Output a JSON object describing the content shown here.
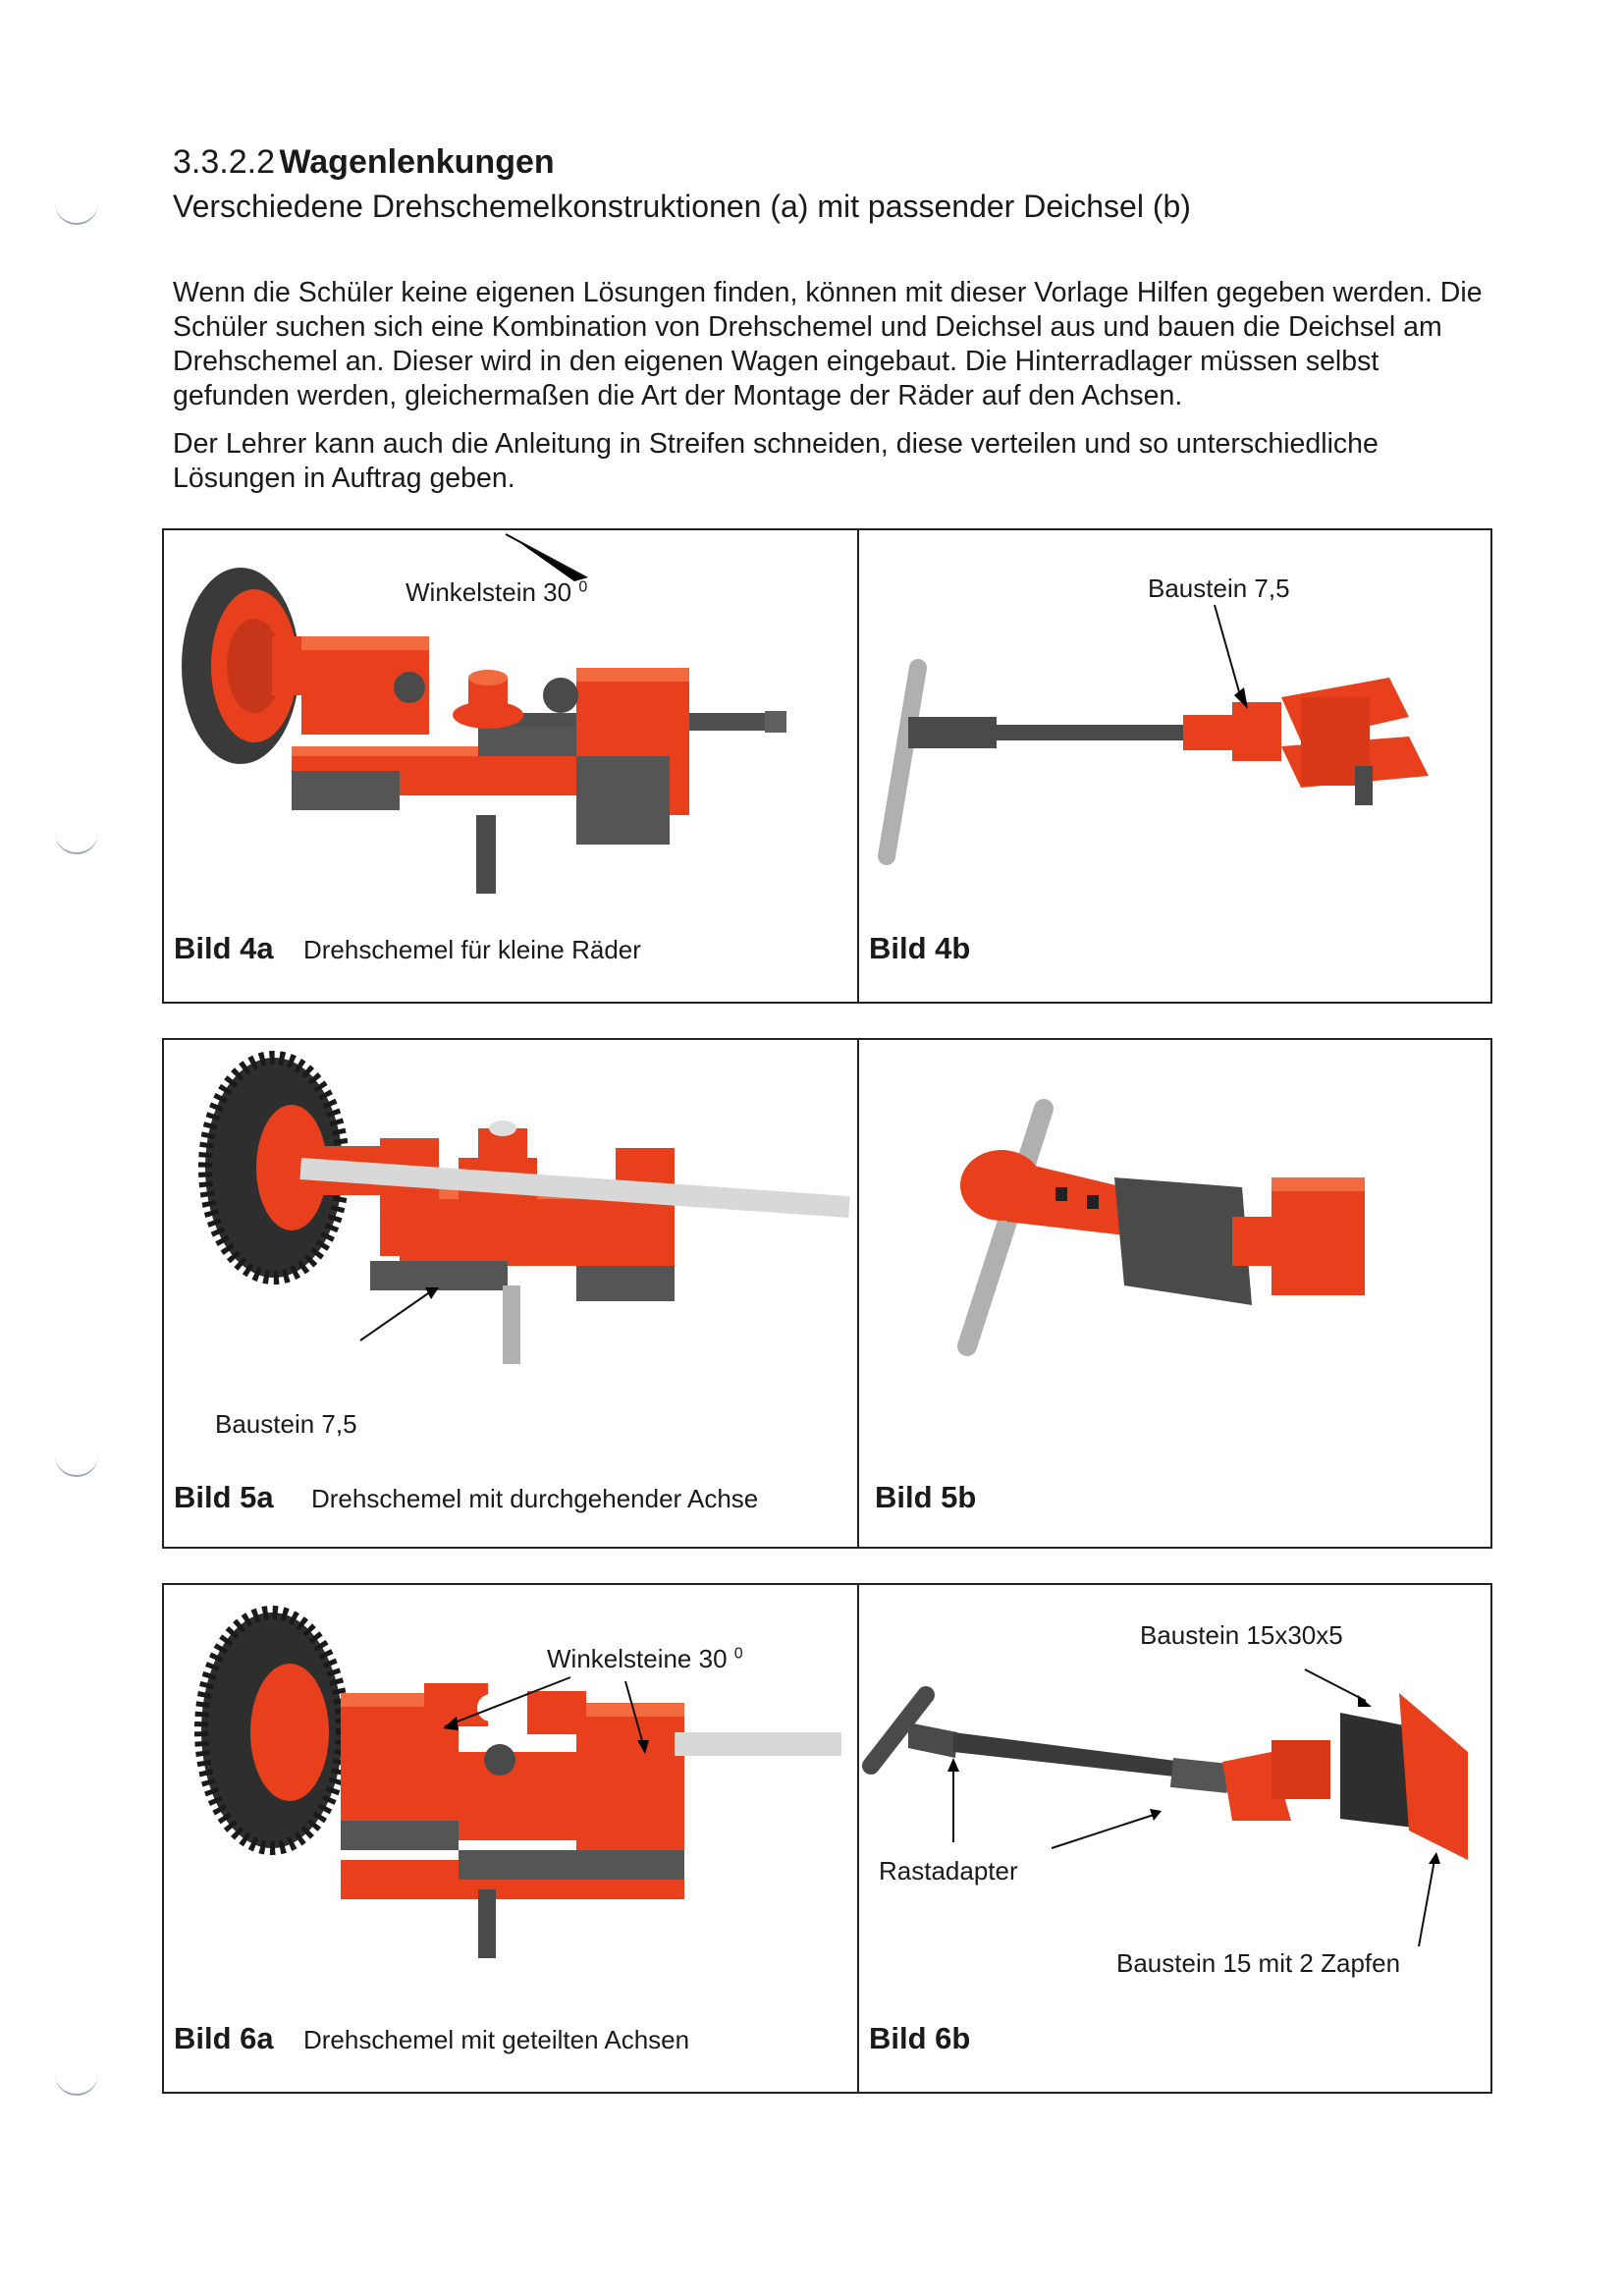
{
  "section": {
    "number": "3.3.2.2",
    "title": "Wagenlenkungen",
    "subtitle": "Verschiedene Drehschemelkonstruktionen (a) mit passender Deichsel (b)"
  },
  "paragraphs": [
    "Wenn die Schüler keine eigenen Lösungen finden, können mit dieser Vorlage Hilfen gegeben werden. Die Schüler suchen sich eine Kombination von Drehschemel und Deichsel aus und bauen die Deichsel am Drehschemel an. Dieser wird in den eigenen Wagen eingebaut. Die Hinterradlager müssen selbst gefunden werden, gleichermaßen die Art der Montage der Räder auf den Achsen.",
    "Der Lehrer kann auch die Anleitung in Streifen schneiden, diese verteilen und so unterschiedliche Lösungen in Auftrag geben."
  ],
  "figures": {
    "fig4": {
      "a_label": "Bild 4a",
      "a_caption": "Drehschemel für kleine Räder",
      "a_part": "Winkelstein 30",
      "a_part_sup": "0",
      "b_label": "Bild 4b",
      "b_part": "Baustein 7,5"
    },
    "fig5": {
      "a_label": "Bild 5a",
      "a_caption": "Drehschemel mit durchgehender Achse",
      "a_part": "Baustein 7,5",
      "b_label": "Bild 5b"
    },
    "fig6": {
      "a_label": "Bild 6a",
      "a_caption": "Drehschemel mit geteilten Achsen",
      "a_part": "Winkelsteine 30",
      "a_part_sup": "0",
      "b_label": "Bild 6b",
      "b_part_top": "Baustein 15x30x5",
      "b_part_left": "Rastadapter",
      "b_part_bottom": "Baustein 15 mit 2 Zapfen"
    }
  },
  "colors": {
    "red": "#e8401c",
    "dark_red": "#b82c10",
    "gray": "#4a4a4a",
    "light_gray": "#c8c8c8"
  }
}
